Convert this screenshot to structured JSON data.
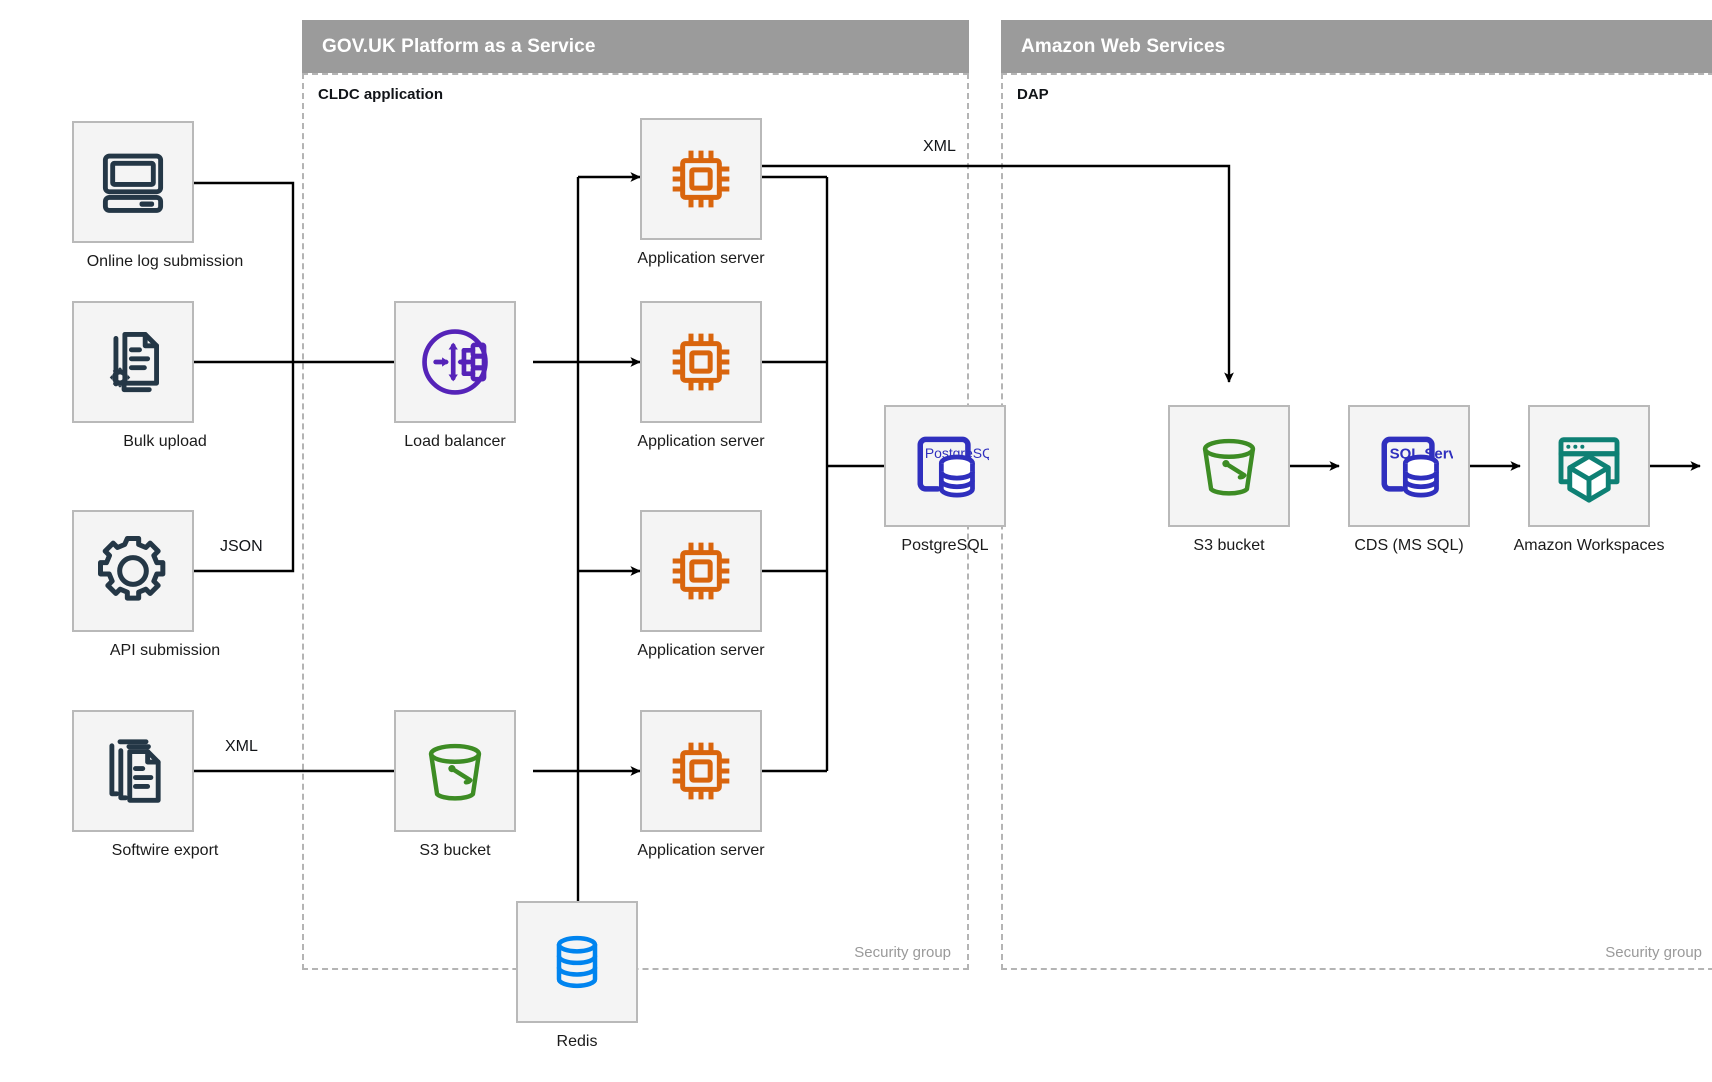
{
  "groups": [
    {
      "id": "paas",
      "title": "GOV.UK Platform as a Service",
      "sub_label": "CLDC application",
      "security_label": "Security group"
    },
    {
      "id": "aws",
      "title": "Amazon Web Services",
      "sub_label": "DAP",
      "security_label": "Security group"
    }
  ],
  "nodes": {
    "online_log": {
      "label": "Online log submission",
      "icon": "desktop-computer-icon",
      "color": "#243746"
    },
    "bulk_upload": {
      "label": "Bulk upload",
      "icon": "document-gear-icon",
      "color": "#243746"
    },
    "api_submission": {
      "label": "API submission",
      "icon": "gear-icon",
      "color": "#243746"
    },
    "softwire_export": {
      "label": "Softwire export",
      "icon": "document-stack-icon",
      "color": "#243746"
    },
    "load_balancer": {
      "label": "Load balancer",
      "icon": "load-balancer-icon",
      "color": "#5523b8"
    },
    "app_server_1": {
      "label": "Application server",
      "icon": "cpu-chip-icon",
      "color": "#d9650d"
    },
    "app_server_2": {
      "label": "Application server",
      "icon": "cpu-chip-icon",
      "color": "#d9650d"
    },
    "app_server_3": {
      "label": "Application server",
      "icon": "cpu-chip-icon",
      "color": "#d9650d"
    },
    "app_server_4": {
      "label": "Application server",
      "icon": "cpu-chip-icon",
      "color": "#d9650d"
    },
    "postgresql": {
      "label": "PostgreSQL",
      "icon": "postgresql-database-icon",
      "badge": "PostgreSQL",
      "color": "#2f2fbe"
    },
    "s3_paas": {
      "label": "S3 bucket",
      "icon": "s3-bucket-icon",
      "color": "#3d8c24"
    },
    "redis": {
      "label": "Redis",
      "icon": "database-cylinder-icon",
      "color": "#0084ef"
    },
    "s3_aws": {
      "label": "S3 bucket",
      "icon": "s3-bucket-icon",
      "color": "#3d8c24"
    },
    "cds": {
      "label": "CDS (MS SQL)",
      "icon": "sql-server-database-icon",
      "badge": "SQL Server",
      "color": "#2f2fbe"
    },
    "workspaces": {
      "label": "Amazon Workspaces",
      "icon": "amazon-workspaces-icon",
      "color": "#0e8074"
    }
  },
  "edge_labels": {
    "json": "JSON",
    "xml_softwire": "XML",
    "xml_dap": "XML"
  },
  "colors": {
    "group_header_bg": "#9b9b9b",
    "group_header_text": "#ffffff",
    "tile_bg": "#f4f4f4",
    "tile_border": "#b9b9b9",
    "dashed_border": "#b4b4b4",
    "wire": "#000000",
    "security_label": "#9a9a9a"
  }
}
